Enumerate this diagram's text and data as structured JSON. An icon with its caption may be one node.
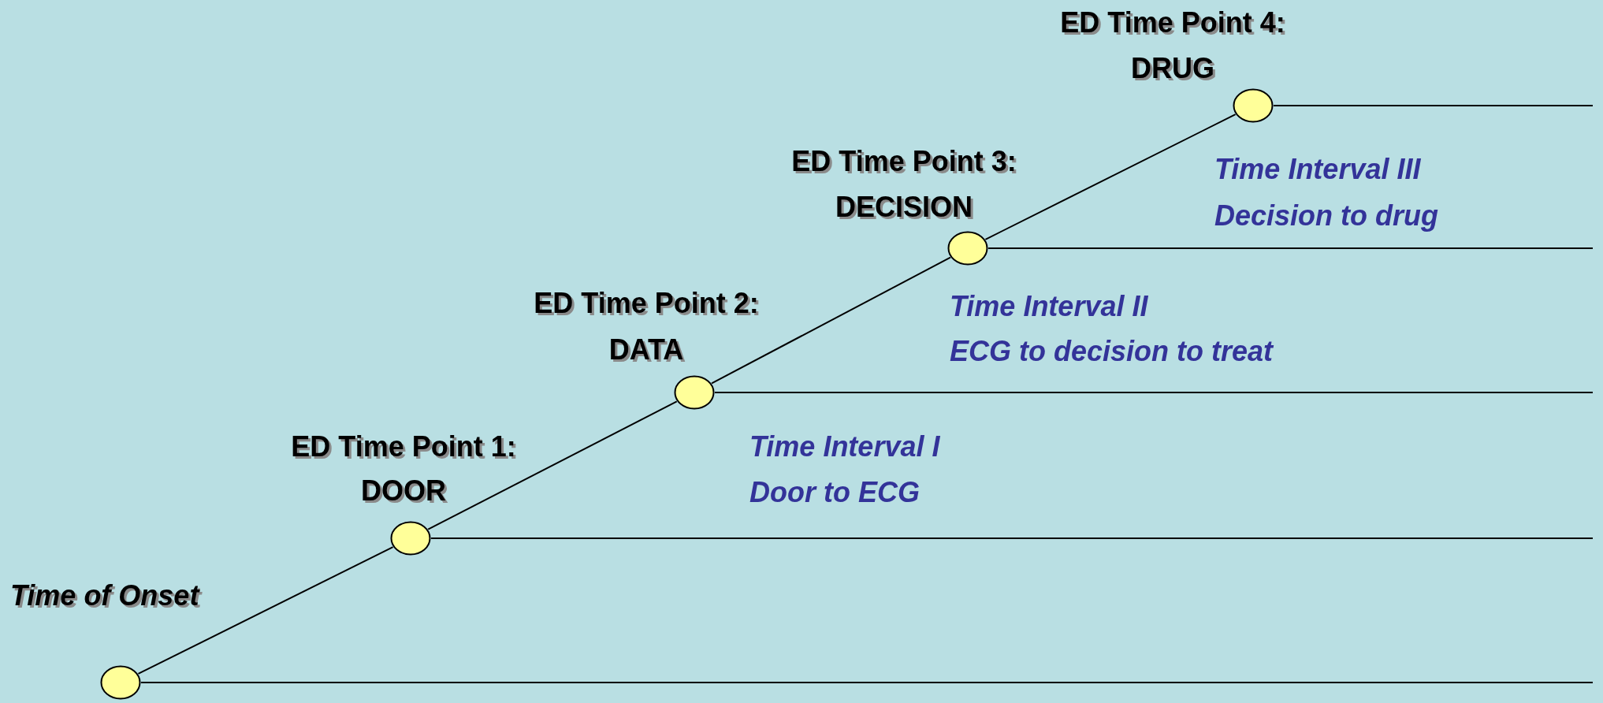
{
  "diagram": {
    "nodes": [
      {
        "text": [],
        "shape": "circle",
        "beside": [
          "Time of Onset"
        ]
      },
      {
        "text": [],
        "shape": "circle",
        "beside": [
          "ED Time Point 1:",
          "DOOR"
        ]
      },
      {
        "text": [],
        "shape": "circle",
        "beside": [
          "ED Time Point 2:",
          "DATA"
        ]
      },
      {
        "text": [],
        "shape": "circle",
        "beside": [
          "ED Time Point 3:",
          "DECISION"
        ]
      },
      {
        "text": [],
        "shape": "circle",
        "beside": [
          "ED Time Point 4:",
          "DRUG"
        ]
      }
    ],
    "edges": [
      {
        "from": 0,
        "to": 1,
        "arrow": "none"
      },
      {
        "from": 1,
        "to": 2,
        "arrow": "none"
      },
      {
        "from": 2,
        "to": 3,
        "arrow": "none"
      },
      {
        "from": 3,
        "to": 4,
        "arrow": "none"
      },
      {
        "from": 4,
        "to": null,
        "arrow": "none"
      },
      {
        "from": 3,
        "to": null,
        "arrow": "none"
      },
      {
        "from": 2,
        "to": null,
        "arrow": "none"
      },
      {
        "from": 1,
        "to": null,
        "arrow": "none"
      },
      {
        "from": 0,
        "to": null,
        "arrow": "none"
      }
    ],
    "labels": [
      "Time Interval III",
      "Decision to drug",
      "Time Interval II",
      "ECG to decision to treat",
      "Time Interval I",
      "Door to ECG"
    ]
  }
}
